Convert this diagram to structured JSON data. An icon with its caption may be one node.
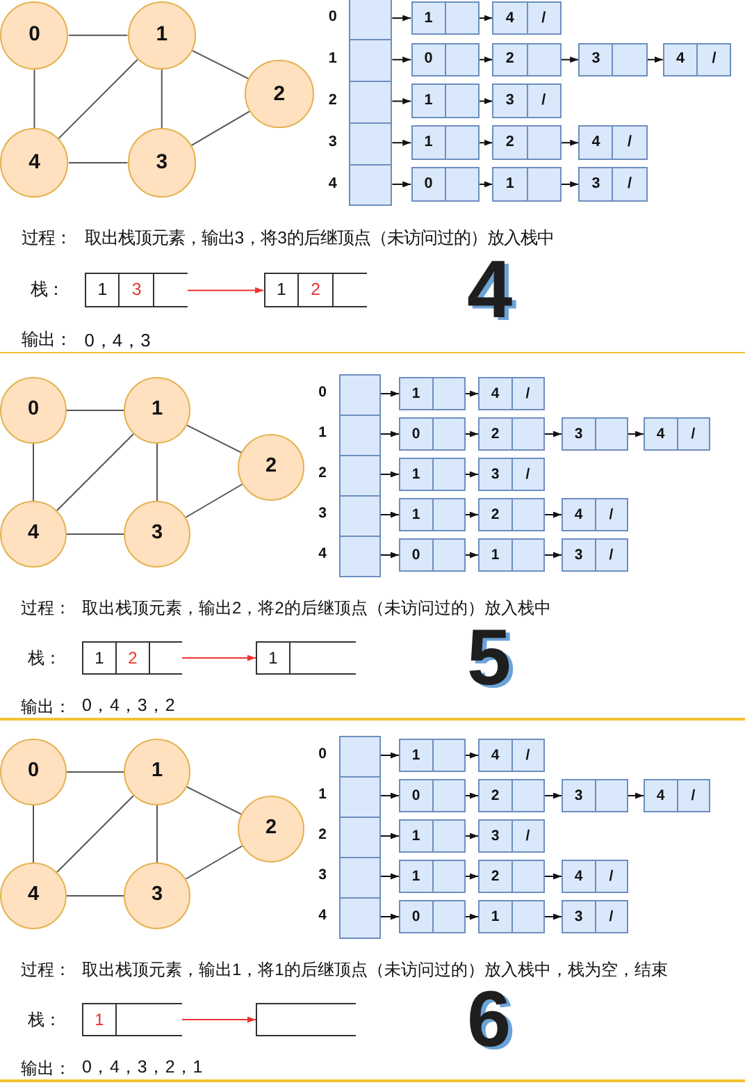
{
  "diagram": {
    "nodes": [
      {
        "text": [
          "0"
        ]
      },
      {
        "text": [
          "1"
        ]
      },
      {
        "text": [
          "2"
        ]
      },
      {
        "text": [
          "4"
        ]
      },
      {
        "text": [
          "3"
        ]
      },
      {
        "text": [],
        "shape": "box",
        "beside": [
          "0"
        ]
      },
      {
        "text": [
          "1"
        ]
      },
      {
        "text": [
          "4",
          "/"
        ]
      },
      {
        "text": [],
        "shape": "box",
        "beside": [
          "1"
        ]
      },
      {
        "text": [
          "0"
        ]
      },
      {
        "text": [
          "2"
        ]
      },
      {
        "text": [
          "3"
        ]
      },
      {
        "text": [
          "4",
          "/"
        ]
      },
      {
        "text": [],
        "shape": "box",
        "beside": [
          "2"
        ]
      },
      {
        "text": [
          "1"
        ]
      },
      {
        "text": [
          "3",
          "/"
        ]
      },
      {
        "text": [],
        "shape": "box",
        "beside": [
          "3"
        ]
      },
      {
        "text": [
          "1"
        ]
      },
      {
        "text": [
          "2"
        ]
      },
      {
        "text": [
          "4",
          "/"
        ]
      },
      {
        "text": [],
        "shape": "box",
        "beside": [
          "4"
        ]
      },
      {
        "text": [
          "0"
        ]
      },
      {
        "text": [
          "1"
        ]
      },
      {
        "text": [
          "3",
          "/"
        ]
      },
      {
        "text": [
          "1",
          "3"
        ],
        "beside": [
          "栈："
        ]
      },
      {
        "text": [
          "1",
          "2"
        ]
      },
      {
        "text": [
          "0"
        ]
      },
      {
        "text": [
          "1"
        ]
      },
      {
        "text": [
          "2"
        ]
      },
      {
        "text": [
          "4"
        ]
      },
      {
        "text": [
          "3"
        ]
      },
      {
        "text": [],
        "shape": "box",
        "beside": [
          "0"
        ]
      },
      {
        "text": [
          "1"
        ]
      },
      {
        "text": [
          "4",
          "/"
        ]
      },
      {
        "text": [],
        "shape": "box",
        "beside": [
          "1"
        ]
      },
      {
        "text": [
          "0"
        ]
      },
      {
        "text": [
          "2"
        ]
      },
      {
        "text": [
          "3"
        ]
      },
      {
        "text": [
          "4",
          "/"
        ]
      },
      {
        "text": [],
        "shape": "box",
        "beside": [
          "2"
        ]
      },
      {
        "text": [
          "1"
        ]
      },
      {
        "text": [
          "3",
          "/"
        ]
      },
      {
        "text": [],
        "shape": "box",
        "beside": [
          "3"
        ]
      },
      {
        "text": [
          "1"
        ]
      },
      {
        "text": [
          "2"
        ]
      },
      {
        "text": [
          "4",
          "/"
        ]
      },
      {
        "text": [],
        "shape": "box",
        "beside": [
          "4"
        ]
      },
      {
        "text": [
          "0"
        ]
      },
      {
        "text": [
          "1"
        ]
      },
      {
        "text": [
          "3",
          "/"
        ]
      },
      {
        "text": [
          "1",
          "2"
        ],
        "beside": [
          "栈："
        ]
      },
      {
        "text": [
          "1"
        ]
      },
      {
        "text": [
          "0"
        ]
      },
      {
        "text": [
          "1"
        ]
      },
      {
        "text": [
          "2"
        ]
      },
      {
        "text": [
          "4"
        ]
      },
      {
        "text": [
          "3"
        ]
      },
      {
        "text": [],
        "shape": "box",
        "beside": [
          "0"
        ]
      },
      {
        "text": [
          "1"
        ]
      },
      {
        "text": [
          "4",
          "/"
        ]
      },
      {
        "text": [],
        "shape": "box",
        "beside": [
          "1"
        ]
      },
      {
        "text": [
          "0"
        ]
      },
      {
        "text": [
          "2"
        ]
      },
      {
        "text": [
          "3"
        ]
      },
      {
        "text": [
          "4",
          "/"
        ]
      },
      {
        "text": [],
        "shape": "box",
        "beside": [
          "2"
        ]
      },
      {
        "text": [
          "1"
        ]
      },
      {
        "text": [
          "3",
          "/"
        ]
      },
      {
        "text": [],
        "shape": "box",
        "beside": [
          "3"
        ]
      },
      {
        "text": [
          "1"
        ]
      },
      {
        "text": [
          "2"
        ]
      },
      {
        "text": [
          "4",
          "/"
        ]
      },
      {
        "text": [],
        "shape": "box",
        "beside": [
          "4"
        ]
      },
      {
        "text": [
          "0"
        ]
      },
      {
        "text": [
          "1"
        ]
      },
      {
        "text": [
          "3",
          "/"
        ]
      },
      {
        "text": [
          "1"
        ],
        "beside": [
          "栈："
        ]
      },
      {
        "text": [],
        "shape": "box"
      }
    ],
    "edges": [
      {
        "from": 0,
        "to": 1,
        "arrow": "none"
      },
      {
        "from": 0,
        "to": 3,
        "arrow": "none"
      },
      {
        "from": 1,
        "to": 2,
        "arrow": "none"
      },
      {
        "from": 1,
        "to": 3,
        "arrow": "none"
      },
      {
        "from": 1,
        "to": 4,
        "arrow": "none"
      },
      {
        "from": 2,
        "to": 4,
        "arrow": "none"
      },
      {
        "from": 3,
        "to": 4,
        "arrow": "none"
      },
      {
        "from": 5,
        "to": 6,
        "arrow": "to"
      },
      {
        "from": 6,
        "to": 7,
        "arrow": "to"
      },
      {
        "from": 8,
        "to": 9,
        "arrow": "to"
      },
      {
        "from": 9,
        "to": 10,
        "arrow": "to"
      },
      {
        "from": 10,
        "to": 11,
        "arrow": "to"
      },
      {
        "from": 11,
        "to": 12,
        "arrow": "to"
      },
      {
        "from": 13,
        "to": 14,
        "arrow": "to"
      },
      {
        "from": 14,
        "to": 15,
        "arrow": "to"
      },
      {
        "from": 16,
        "to": 17,
        "arrow": "to"
      },
      {
        "from": 17,
        "to": 18,
        "arrow": "to"
      },
      {
        "from": 18,
        "to": 19,
        "arrow": "to"
      },
      {
        "from": 20,
        "to": 21,
        "arrow": "to"
      },
      {
        "from": 21,
        "to": 22,
        "arrow": "to"
      },
      {
        "from": 22,
        "to": 23,
        "arrow": "to"
      },
      {
        "from": 24,
        "to": 25,
        "arrow": "to",
        "color": "#ee3333"
      },
      {
        "from": 26,
        "to": 27,
        "arrow": "none"
      },
      {
        "from": 26,
        "to": 29,
        "arrow": "none"
      },
      {
        "from": 27,
        "to": 28,
        "arrow": "none"
      },
      {
        "from": 27,
        "to": 29,
        "arrow": "none"
      },
      {
        "from": 27,
        "to": 30,
        "arrow": "none"
      },
      {
        "from": 28,
        "to": 30,
        "arrow": "none"
      },
      {
        "from": 29,
        "to": 30,
        "arrow": "none"
      },
      {
        "from": 31,
        "to": 32,
        "arrow": "to"
      },
      {
        "from": 32,
        "to": 33,
        "arrow": "to"
      },
      {
        "from": 34,
        "to": 35,
        "arrow": "to"
      },
      {
        "from": 35,
        "to": 36,
        "arrow": "to"
      },
      {
        "from": 36,
        "to": 37,
        "arrow": "to"
      },
      {
        "from": 37,
        "to": 38,
        "arrow": "to"
      },
      {
        "from": 39,
        "to": 40,
        "arrow": "to"
      },
      {
        "from": 40,
        "to": 41,
        "arrow": "to"
      },
      {
        "from": 42,
        "to": 43,
        "arrow": "to"
      },
      {
        "from": 43,
        "to": 44,
        "arrow": "to"
      },
      {
        "from": 44,
        "to": 45,
        "arrow": "to"
      },
      {
        "from": 46,
        "to": 47,
        "arrow": "to"
      },
      {
        "from": 47,
        "to": 48,
        "arrow": "to"
      },
      {
        "from": 48,
        "to": 49,
        "arrow": "to"
      },
      {
        "from": 50,
        "to": 51,
        "arrow": "to",
        "color": "#ee3333"
      },
      {
        "from": 52,
        "to": 53,
        "arrow": "none"
      },
      {
        "from": 52,
        "to": 55,
        "arrow": "none"
      },
      {
        "from": 53,
        "to": 54,
        "arrow": "none"
      },
      {
        "from": 53,
        "to": 55,
        "arrow": "none"
      },
      {
        "from": 53,
        "to": 56,
        "arrow": "none"
      },
      {
        "from": 54,
        "to": 56,
        "arrow": "none"
      },
      {
        "from": 55,
        "to": 56,
        "arrow": "none"
      },
      {
        "from": 57,
        "to": 58,
        "arrow": "to"
      },
      {
        "from": 58,
        "to": 59,
        "arrow": "to"
      },
      {
        "from": 60,
        "to": 61,
        "arrow": "to"
      },
      {
        "from": 61,
        "to": 62,
        "arrow": "to"
      },
      {
        "from": 62,
        "to": 63,
        "arrow": "to"
      },
      {
        "from": 63,
        "to": 64,
        "arrow": "to"
      },
      {
        "from": 65,
        "to": 66,
        "arrow": "to"
      },
      {
        "from": 66,
        "to": 67,
        "arrow": "to"
      },
      {
        "from": 68,
        "to": 69,
        "arrow": "to"
      },
      {
        "from": 69,
        "to": 70,
        "arrow": "to"
      },
      {
        "from": 70,
        "to": 71,
        "arrow": "to"
      },
      {
        "from": 72,
        "to": 73,
        "arrow": "to"
      },
      {
        "from": 73,
        "to": 74,
        "arrow": "to"
      },
      {
        "from": 74,
        "to": 75,
        "arrow": "to"
      },
      {
        "from": 76,
        "to": 77,
        "arrow": "to",
        "color": "#ee3333"
      }
    ],
    "labels": [
      "过程：",
      "取出栈顶元素，输出3，将3的后继顶点（未访问过的）放入栈中",
      "4",
      "输出：",
      "0，4，3",
      "过程：",
      "取出栈顶元素，输出2，将2的后继顶点（未访问过的）放入栈中",
      "5",
      "输出：",
      "0，4，3，2",
      "过程：",
      "取出栈顶元素，输出1，将1的后继顶点（未访问过的）放入栈中，栈为空，结束",
      "6",
      "输出：",
      "0，4，3，2，1"
    ]
  }
}
